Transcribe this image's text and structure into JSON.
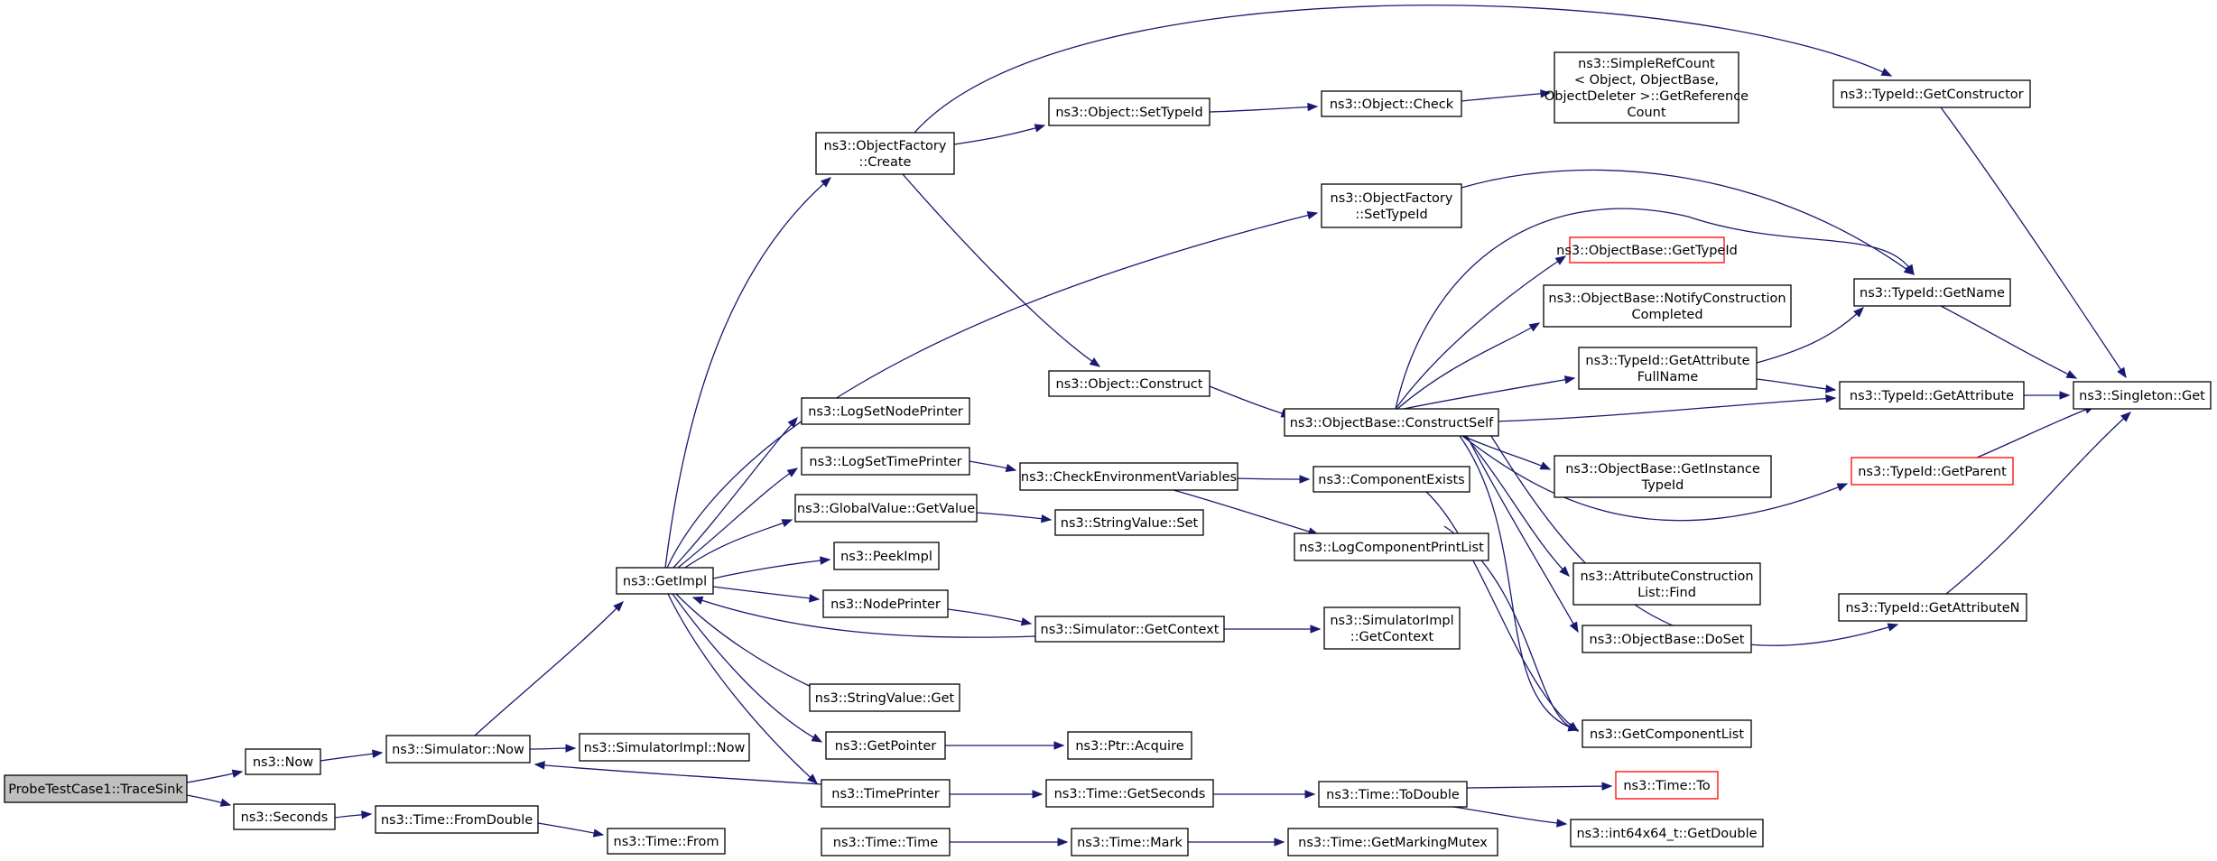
{
  "nodes": {
    "trace_sink": "ProbeTestCase1::TraceSink",
    "now": "ns3::Now",
    "seconds": "ns3::Seconds",
    "simulator_now": "ns3::Simulator::Now",
    "simulatorimpl_now": "ns3::SimulatorImpl::Now",
    "time_fromdouble": "ns3::Time::FromDouble",
    "time_from": "ns3::Time::From",
    "getimpl": "ns3::GetImpl",
    "objectfactory_create": [
      "ns3::ObjectFactory",
      "::Create"
    ],
    "logsetnodeprinter": "ns3::LogSetNodePrinter",
    "logsettimeprinter": "ns3::LogSetTimePrinter",
    "globalvalue_getvalue": "ns3::GlobalValue::GetValue",
    "peekimpl": "ns3::PeekImpl",
    "nodeprinter": "ns3::NodePrinter",
    "stringvalue_get": "ns3::StringValue::Get",
    "getpointer": "ns3::GetPointer",
    "timeprinter": "ns3::TimePrinter",
    "time_time": "ns3::Time::Time",
    "object_settypeid": "ns3::Object::SetTypeId",
    "object_construct": "ns3::Object::Construct",
    "checkenvironmentvariables": "ns3::CheckEnvironmentVariables",
    "stringvalue_set": "ns3::StringValue::Set",
    "simulator_getcontext": "ns3::Simulator::GetContext",
    "ptr_acquire": "ns3::Ptr::Acquire",
    "time_getseconds": "ns3::Time::GetSeconds",
    "time_mark": "ns3::Time::Mark",
    "object_check": "ns3::Object::Check",
    "objectfactory_settypeid": [
      "ns3::ObjectFactory",
      "::SetTypeId"
    ],
    "objectbase_constructself": "ns3::ObjectBase::ConstructSelf",
    "componentexists": "ns3::ComponentExists",
    "logcomponentprintlist": "ns3::LogComponentPrintList",
    "simulatorimpl_getcontext": [
      "ns3::SimulatorImpl",
      "::GetContext"
    ],
    "time_todouble": "ns3::Time::ToDouble",
    "time_getmarkingmutex": "ns3::Time::GetMarkingMutex",
    "simplerefcount_getreferencecount": [
      "ns3::SimpleRefCount",
      "< Object, ObjectBase,",
      "ObjectDeleter >::GetReference",
      "Count"
    ],
    "objectbase_gettypeid": "ns3::ObjectBase::GetTypeId",
    "objectbase_notifyconstructioncompleted": [
      "ns3::ObjectBase::NotifyConstruction",
      "Completed"
    ],
    "typeid_getattributefullname": [
      "ns3::TypeId::GetAttribute",
      "FullName"
    ],
    "objectbase_getinstancetypeid": [
      "ns3::ObjectBase::GetInstance",
      "TypeId"
    ],
    "attributeconstructionlist_find": [
      "ns3::AttributeConstruction",
      "List::Find"
    ],
    "objectbase_doset": "ns3::ObjectBase::DoSet",
    "getcomponentlist": "ns3::GetComponentList",
    "time_to": "ns3::Time::To",
    "int64x64_getdouble": "ns3::int64x64_t::GetDouble",
    "typeid_getconstructor": "ns3::TypeId::GetConstructor",
    "typeid_getname": "ns3::TypeId::GetName",
    "typeid_getattribute": "ns3::TypeId::GetAttribute",
    "typeid_getparent": "ns3::TypeId::GetParent",
    "typeid_getattributen": "ns3::TypeId::GetAttributeN",
    "singleton_get": "ns3::Singleton::Get"
  },
  "colors": {
    "edge": "#191970",
    "node_border": "#000000",
    "node_border_truncated": "#ff0000",
    "root_fill": "#bfbfbf",
    "node_fill": "#ffffff"
  }
}
